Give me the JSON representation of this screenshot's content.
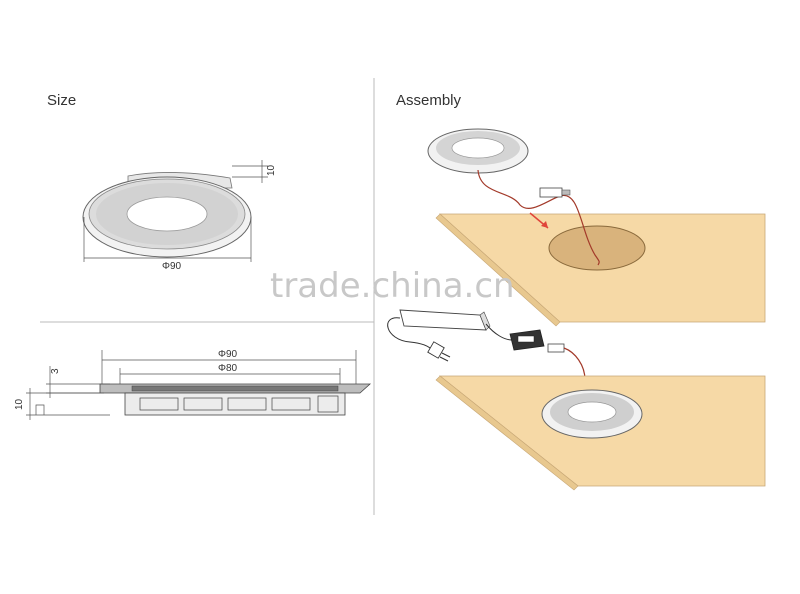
{
  "sections": {
    "size_title": "Size",
    "assembly_title": "Assembly"
  },
  "dimensions": {
    "top_height": "10",
    "top_diameter": "Φ90",
    "outer_diameter": "Φ90",
    "inner_diameter": "Φ80",
    "flange_thickness": "3",
    "total_height": "10"
  },
  "watermark": "trade.china.cn",
  "colors": {
    "wood": "#f6d9a6",
    "wood_edge": "#e8c88f",
    "hole": "#d9b37c",
    "wire": "#a33a2a",
    "arrow": "#e0453a",
    "line": "#555555"
  }
}
